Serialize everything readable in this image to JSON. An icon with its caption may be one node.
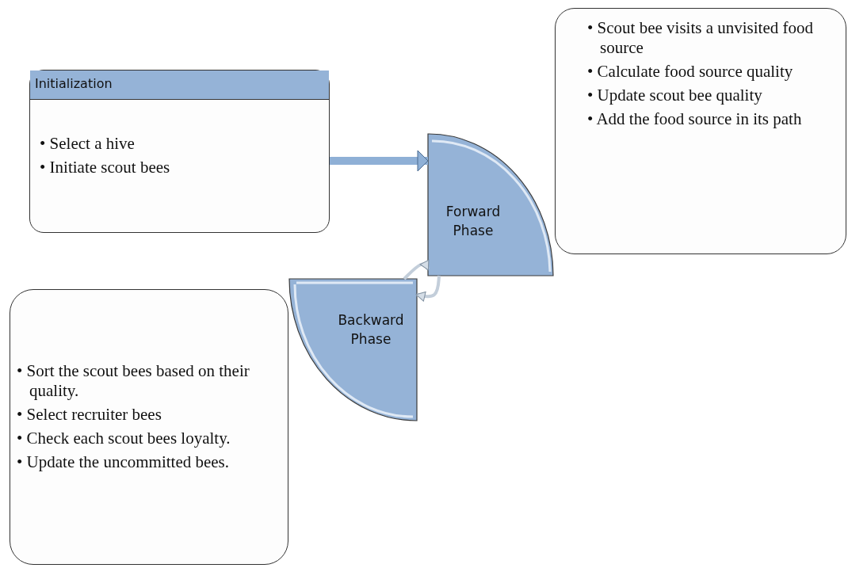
{
  "diagram": {
    "nodes": [
      {
        "text": [
          "Initialization",
          "• Select a hive",
          "• Initiate  scout bees"
        ]
      },
      {
        "text": [
          "• Scout bee visits  a unvisited food source",
          "• Calculate  food source quality",
          "• Update scout bee quality",
          "• Add the food source in its path"
        ]
      },
      {
        "text": [
          "Forward Phase"
        ]
      },
      {
        "text": [
          "• Sort the scout bees based on their  quality.",
          "• Select recruiter  bees",
          "• Check each scout bees loyalty.",
          "• Update the uncommitted bees."
        ]
      },
      {
        "text": [
          "Backward Phase"
        ]
      }
    ],
    "edges": [
      {
        "from": 0,
        "to": 2,
        "arrow": "to",
        "style": "thick"
      },
      {
        "from": 4,
        "to": 2,
        "arrow": "to"
      },
      {
        "from": 2,
        "to": 4,
        "arrow": "to"
      }
    ]
  }
}
